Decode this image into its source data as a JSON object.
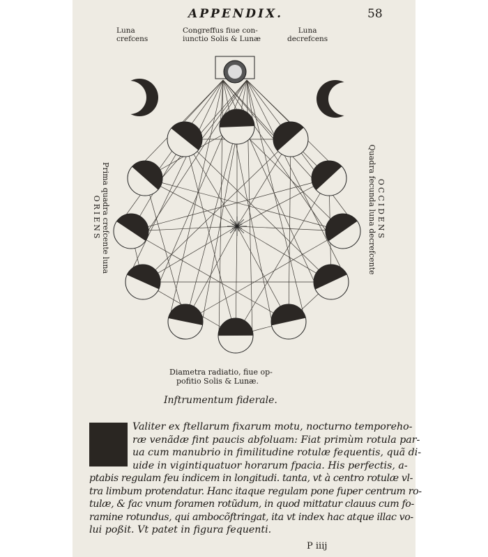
{
  "header": {
    "title": "APPENDIX.",
    "page_number": "58"
  },
  "diagram": {
    "label_left": [
      "Luna",
      "crefcens"
    ],
    "label_center": [
      "Congreffus fiue con-",
      "iunctio Solis & Lunæ"
    ],
    "label_right": [
      "Luna",
      "decrefcens"
    ],
    "side_left": [
      "Prima quadra crefcente luna",
      "ORIENS"
    ],
    "side_right": [
      "OCCIDENS",
      "Quadra fecunda luna decrefcente"
    ],
    "caption": [
      "Diametra radiatio, fiue op-",
      "pofitio Solis & Lunæ."
    ],
    "title": "Inftrumentum fiderale."
  },
  "body_lines": [
    "Valiter ex ftellarum fixarum motu, nocturno temporeho-",
    "ræ venãdæ fint paucis abfoluam: Fiat primùm rotula par-",
    "ua cum manubrio in fimilitudine rotulæ fequentis, quã di-",
    "uide in vigintiquatuor horarum fpacia. His perfectis, a-",
    "ptabis regulam feu indicem in longitudi. tanta, vt à centro rotulæ vl-",
    "tra limbum protendatur. Hanc itaque regulam pone fuper centrum ro-",
    "tulæ, & fac vnum foramen rotũdum, in quod mittatur clauus cum fo-",
    "ramine rotundus, qui ambocõftringat, ita vt index hac atque illac vo-",
    "lui poßit. Vt patet in figura fequenti."
  ],
  "signature": "P iiij"
}
